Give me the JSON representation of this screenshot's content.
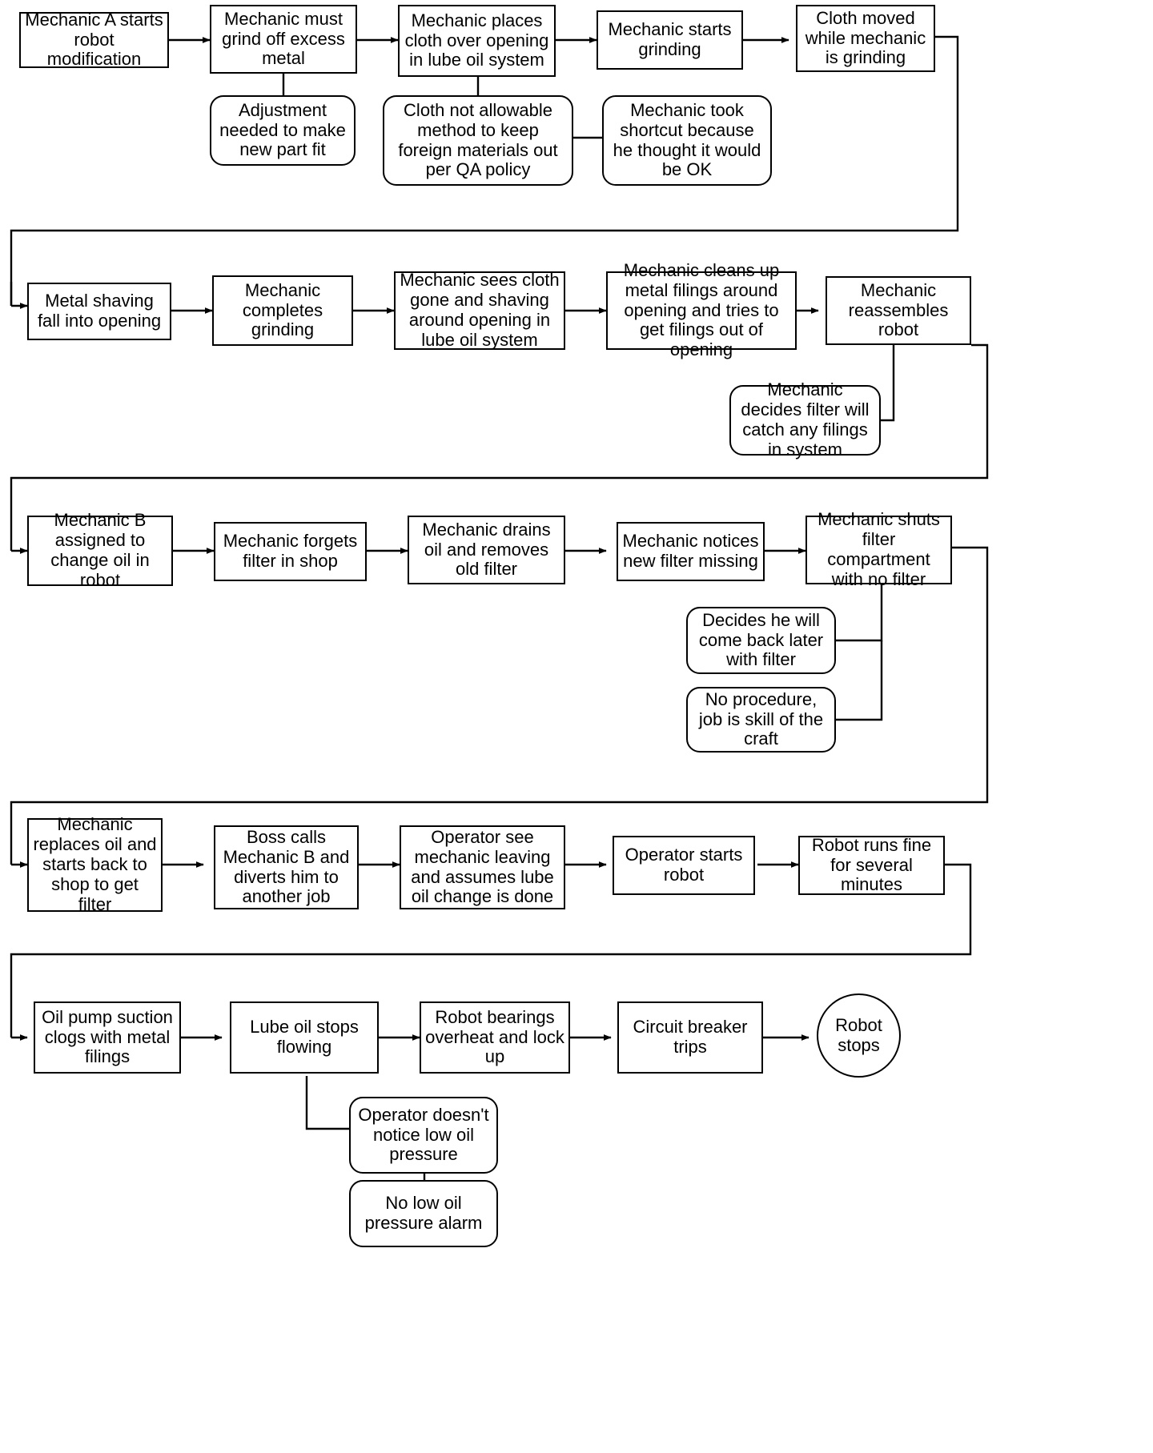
{
  "diagram": {
    "title": "Robot lube oil failure event sequence flowchart",
    "stroke_color": "#000000",
    "fill_color": "#ffffff",
    "type": "flowchart"
  },
  "nodes": {
    "r1_c1": "Mechanic A starts robot modification",
    "r1_c2": "Mechanic must grind off excess metal",
    "r1_c3": "Mechanic places cloth over opening in lube oil system",
    "r1_c4": "Mechanic starts grinding",
    "r1_c5": "Cloth moved while mechanic is grinding",
    "n1_adjustment": "Adjustment needed to make new part fit",
    "n1_cloth_qa": "Cloth not allowable method to keep foreign materials out per QA policy",
    "n1_shortcut": "Mechanic took shortcut because he thought it would be OK",
    "r2_c1": "Metal shaving fall into opening",
    "r2_c2": "Mechanic completes grinding",
    "r2_c3": "Mechanic sees cloth gone and shaving around opening in lube oil system",
    "r2_c4": "Mechanic cleans up metal filings around opening and tries to get filings out of opening",
    "r2_c5": "Mechanic reassembles robot",
    "n2_filter_catch": "Mechanic decides filter will catch any filings in system",
    "r3_c1": "Mechanic B assigned to change oil in robot",
    "r3_c2": "Mechanic forgets filter in shop",
    "r3_c3": "Mechanic drains oil and removes old filter",
    "r3_c4": "Mechanic notices new filter missing",
    "r3_c5": "Mechanic shuts filter compartment with no filter",
    "n3_come_back": "Decides he will come back later with filter",
    "n3_no_procedure": "No procedure, job is skill of the craft",
    "r4_c1": "Mechanic replaces oil and starts back to shop to get filter",
    "r4_c2": "Boss calls Mechanic B and diverts him to another job",
    "r4_c3": "Operator see mechanic leaving and assumes lube oil change is done",
    "r4_c4": "Operator starts robot",
    "r4_c5": "Robot runs fine for several minutes",
    "r5_c1": "Oil pump suction clogs with metal filings",
    "r5_c2": "Lube oil stops flowing",
    "r5_c3": "Robot bearings overheat and lock up",
    "r5_c4": "Circuit breaker trips",
    "r5_c5": "Robot stops",
    "n5_no_notice": "Operator doesn't notice low oil pressure",
    "n5_no_alarm": "No low oil pressure alarm"
  }
}
